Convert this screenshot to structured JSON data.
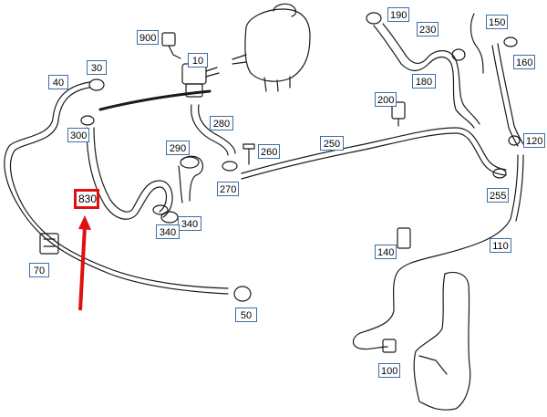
{
  "colors": {
    "line": "#1a1a1a",
    "callout_border": "#3b6ea8",
    "highlight": "#e01010"
  },
  "callouts": [
    {
      "id": "c900",
      "label": "900"
    },
    {
      "id": "c10",
      "label": "10"
    },
    {
      "id": "c30",
      "label": "30"
    },
    {
      "id": "c40",
      "label": "40"
    },
    {
      "id": "c300",
      "label": "300"
    },
    {
      "id": "c280",
      "label": "280"
    },
    {
      "id": "c290",
      "label": "290"
    },
    {
      "id": "c260",
      "label": "260"
    },
    {
      "id": "c270",
      "label": "270"
    },
    {
      "id": "c250",
      "label": "250"
    },
    {
      "id": "c340a",
      "label": "340"
    },
    {
      "id": "c340b",
      "label": "340"
    },
    {
      "id": "c830",
      "label": "830"
    },
    {
      "id": "c70",
      "label": "70"
    },
    {
      "id": "c50",
      "label": "50"
    },
    {
      "id": "c190",
      "label": "190"
    },
    {
      "id": "c230",
      "label": "230"
    },
    {
      "id": "c180",
      "label": "180"
    },
    {
      "id": "c150",
      "label": "150"
    },
    {
      "id": "c160",
      "label": "160"
    },
    {
      "id": "c200",
      "label": "200"
    },
    {
      "id": "c120",
      "label": "120"
    },
    {
      "id": "c255",
      "label": "255"
    },
    {
      "id": "c110",
      "label": "110"
    },
    {
      "id": "c140",
      "label": "140"
    },
    {
      "id": "c100",
      "label": "100"
    }
  ]
}
